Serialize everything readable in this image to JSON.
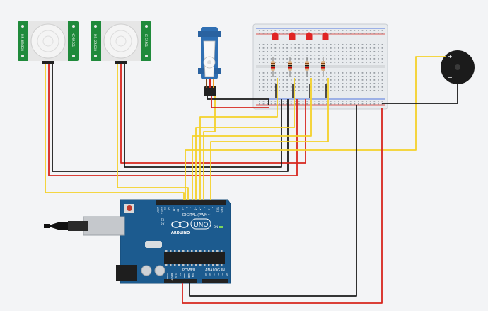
{
  "pir_sensors": [
    {
      "label_a": "PIR SENSOR",
      "label_b": "HC-SR501"
    },
    {
      "label_a": "PIR SENSOR",
      "label_b": "HC-SR501"
    }
  ],
  "arduino": {
    "logo_text": "ARDUINO",
    "model": "UNO",
    "digital_label": "DIGITAL (PWM~)",
    "power_label": "POWER",
    "analog_label": "ANALOG IN",
    "aref": "AREF",
    "gnd": "GND",
    "tx": "TX",
    "rx": "RX",
    "l": "L",
    "on": "ON",
    "reset": "RESET",
    "ioref": "IOREF",
    "v33": "3.3V",
    "v5": "5V",
    "vin": "VIN",
    "digital_pins": [
      "13",
      "12",
      "~11",
      "~10",
      "~9",
      "8",
      "7",
      "~6",
      "~5",
      "4",
      "~3",
      "2",
      "TX 1",
      "RX 0"
    ],
    "analog_pins": [
      "A0",
      "A1",
      "A2",
      "A3",
      "A4",
      "A5"
    ]
  },
  "buzzer": {
    "plus": "+",
    "minus": "−"
  },
  "colors": {
    "wire_yellow": "#f4d12a",
    "wire_red": "#d7261e",
    "wire_black": "#1a1a1a",
    "board_blue": "#1c5b8f",
    "pir_green": "#1f8a3b",
    "led_red": "#e02424",
    "breadboard": "#e9ecef"
  }
}
